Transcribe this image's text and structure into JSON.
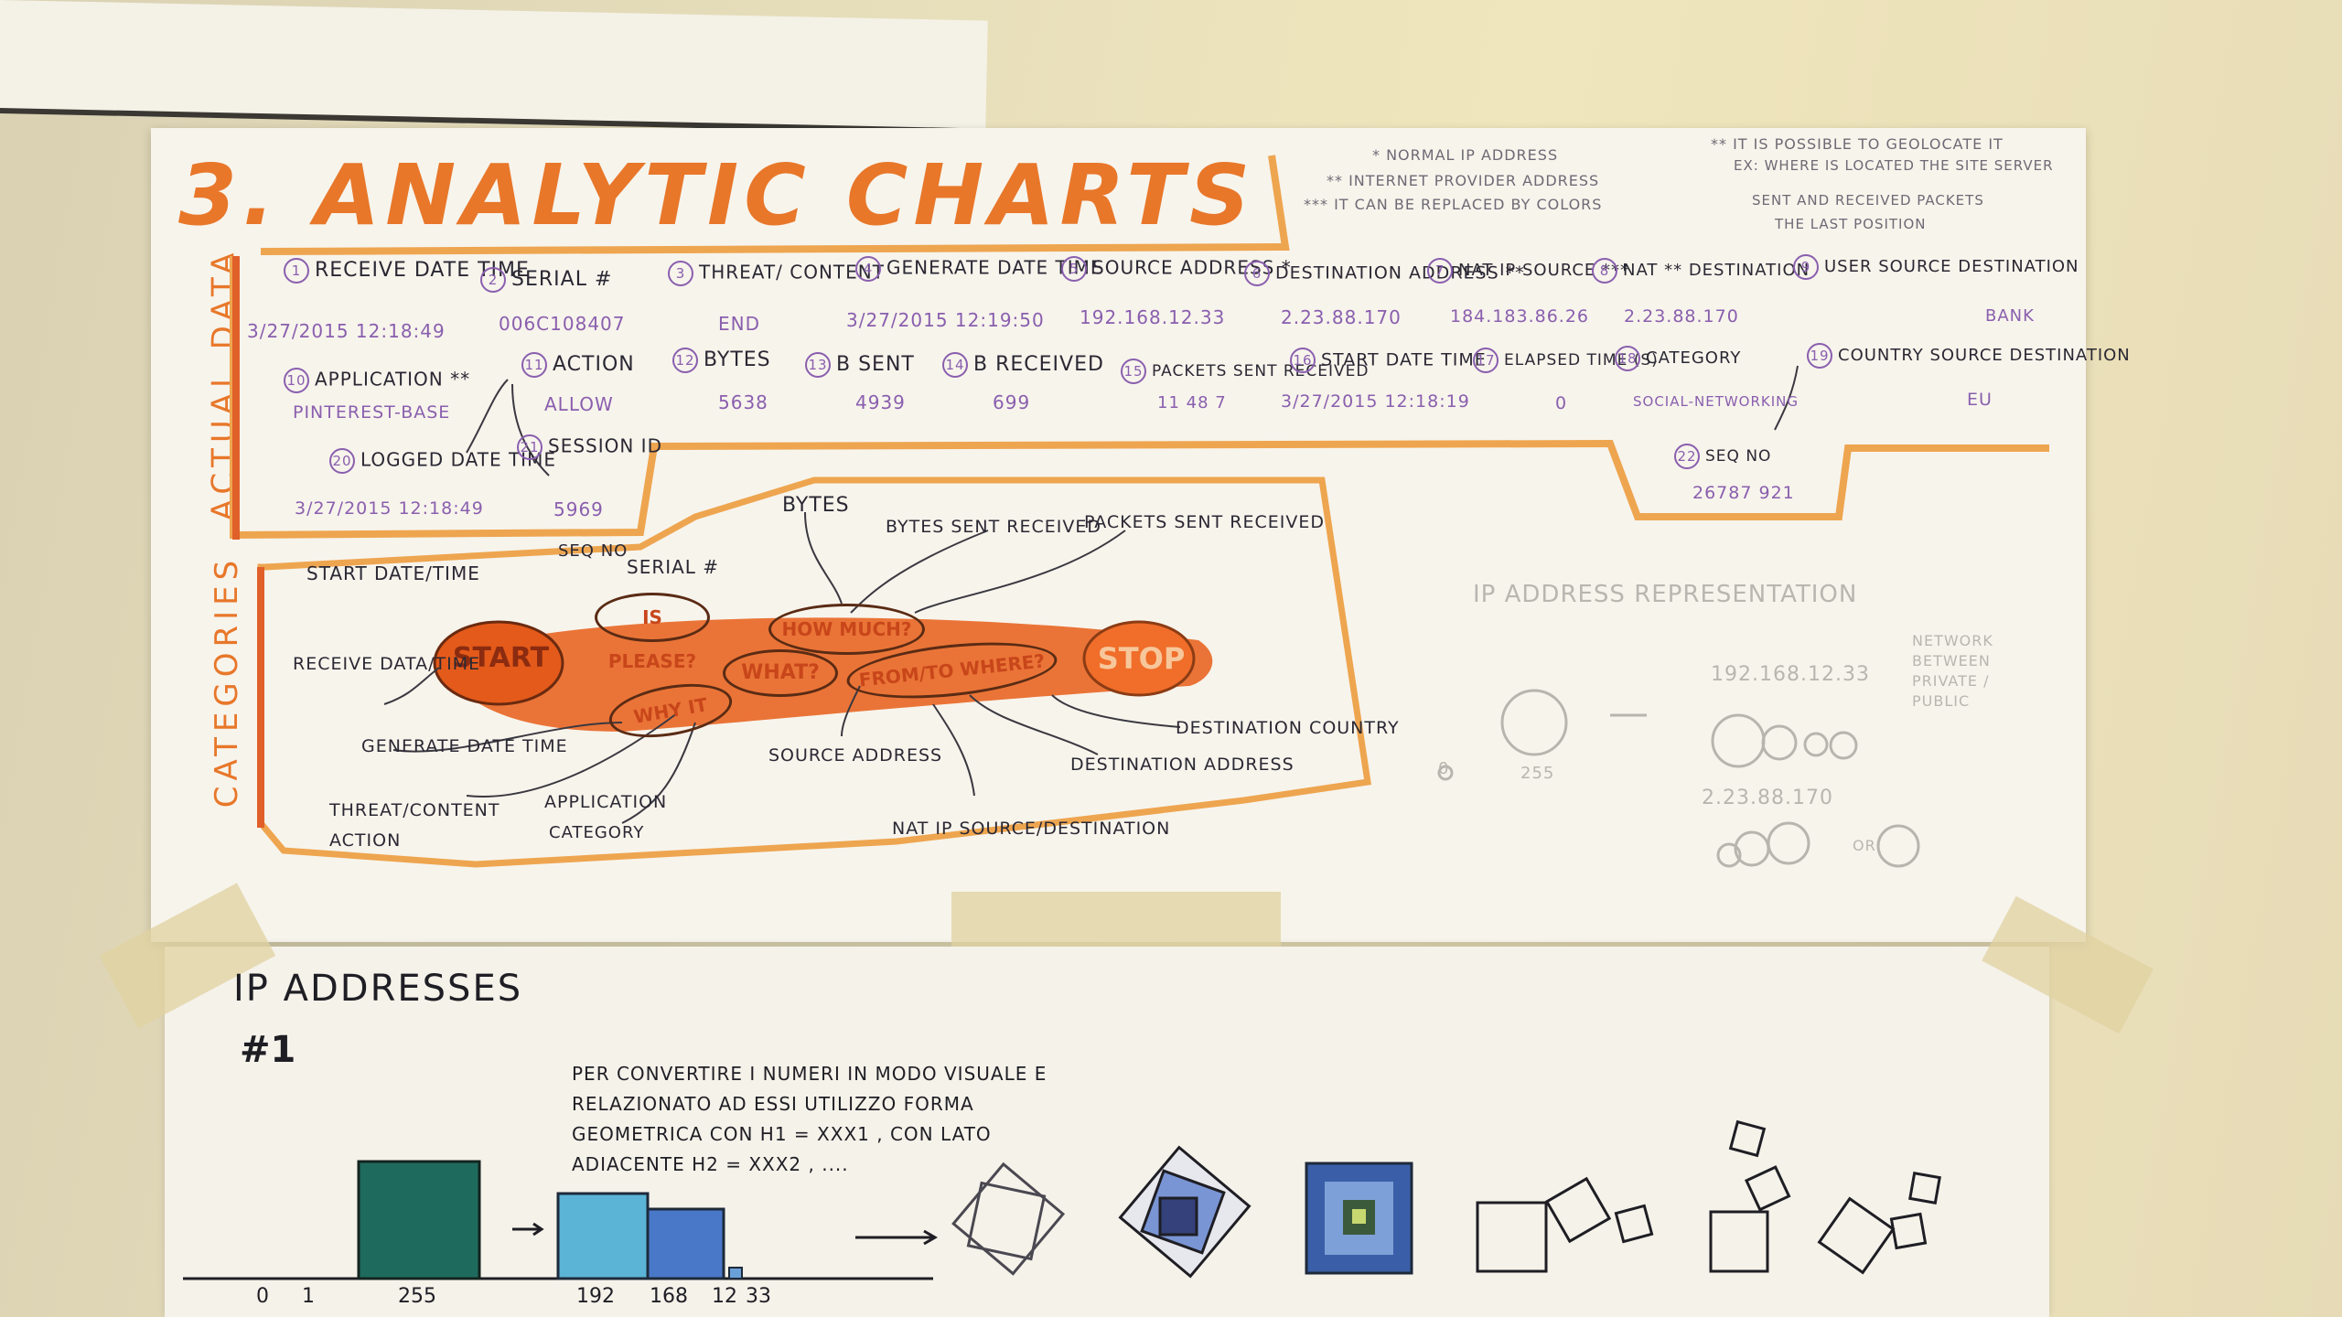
{
  "title": "3. ANALYTIC CHARTS",
  "notes": {
    "n1": "* NORMAL IP ADDRESS",
    "n2": "** INTERNET PROVIDER ADDRESS",
    "n3": "*** IT CAN BE REPLACED BY COLORS",
    "n4": "** IT IS POSSIBLE TO GEOLOCATE IT",
    "n5": "EX: WHERE IS LOCATED THE SITE SERVER",
    "n6": "SENT AND RECEIVED PACKETS",
    "n7": "THE LAST POSITION"
  },
  "sections": {
    "actual_data": "ACTUAL DATA",
    "categories": "CATEGORIES"
  },
  "fields": [
    {
      "n": "1",
      "label": "RECEIVE DATE TIME",
      "value": "3/27/2015 12:18:49"
    },
    {
      "n": "2",
      "label": "SERIAL #",
      "value": "006C108407"
    },
    {
      "n": "3",
      "label": "THREAT/ CONTENT",
      "value": "END"
    },
    {
      "n": "4",
      "label": "GENERATE DATE TIME",
      "value": "3/27/2015 12:19:50"
    },
    {
      "n": "5",
      "label": "SOURCE ADDRESS *",
      "value": "192.168.12.33"
    },
    {
      "n": "6",
      "label": "DESTINATION ADDRESS **",
      "value": "2.23.88.170"
    },
    {
      "n": "7",
      "label": "NAT IP SOURCE ***",
      "value": "184.183.86.26"
    },
    {
      "n": "8",
      "label": "NAT ** DESTINATION",
      "value": "2.23.88.170"
    },
    {
      "n": "9",
      "label": "USER SOURCE DESTINATION",
      "value": "BANK"
    },
    {
      "n": "10",
      "label": "APPLICATION **",
      "value": "PINTEREST-BASE"
    },
    {
      "n": "11",
      "label": "ACTION",
      "value": "ALLOW"
    },
    {
      "n": "12",
      "label": "BYTES",
      "value": "5638"
    },
    {
      "n": "13",
      "label": "B SENT",
      "value": "4939"
    },
    {
      "n": "14",
      "label": "B RECEIVED",
      "value": "699"
    },
    {
      "n": "15",
      "label": "PACKETS SENT RECEIVED",
      "value": "11 48 7"
    },
    {
      "n": "16",
      "label": "START DATE TIME",
      "value": "3/27/2015 12:18:19"
    },
    {
      "n": "17",
      "label": "ELAPSED TIME (s)",
      "value": "0"
    },
    {
      "n": "18",
      "label": "CATEGORY",
      "value": "SOCIAL-NETWORKING"
    },
    {
      "n": "19",
      "label": "COUNTRY SOURCE DESTINATION",
      "value": "EU"
    },
    {
      "n": "20",
      "label": "LOGGED DATE TIME",
      "value": "3/27/2015 12:18:49"
    },
    {
      "n": "21",
      "label": "SESSION ID",
      "value": "5969"
    },
    {
      "n": "22",
      "label": "SEQ NO",
      "value": "26787 921"
    }
  ],
  "categories": {
    "start": "START",
    "stop": "STOP",
    "is_please": "IS PLEASE?",
    "how_much": "HOW MUCH?",
    "what": "WHAT?",
    "why_it": "WHY IT",
    "from_to_where": "FROM/TO WHERE?",
    "labels": [
      "START DATE/TIME",
      "RECEIVE DATA/TIME",
      "GENERATE DATE TIME",
      "THREAT/CONTENT",
      "ACTION",
      "APPLICATION",
      "CATEGORY",
      "SEQ NO",
      "SERIAL #",
      "BYTES",
      "BYTES SENT RECEIVED",
      "PACKETS SENT RECEIVED",
      "SOURCE ADDRESS",
      "NAT IP SOURCE/DESTINATION",
      "DESTINATION ADDRESS",
      "DESTINATION COUNTRY"
    ]
  },
  "ip_repr": {
    "title": "IP ADDRESS REPRESENTATION",
    "a": "192.168.12.33",
    "b": "2.23.88.170",
    "zero": "0",
    "max": "255",
    "network": "NETWORK BETWEEN PRIVATE / PUBLIC",
    "or": "OR"
  },
  "ip_addresses": {
    "title": "IP ADDRESSES",
    "subtitle": "#1",
    "note": "PER CONVERTIRE I NUMERI IN MODO VISUALE E RELAZIONATO AD ESSI UTILIZZO FORMA GEOMETRICA CON H1 = XXX1 , CON LATO ADIACENTE H2 = XXX2 , ....",
    "ticks": [
      "0",
      "1",
      "255",
      "192",
      "168",
      "12",
      "33"
    ]
  },
  "colors": {
    "orange": "#e8772a",
    "ink": "#2a2833",
    "purple": "#8a5fae",
    "teal": "#1e6b5e",
    "blue": "#4a78c8"
  }
}
